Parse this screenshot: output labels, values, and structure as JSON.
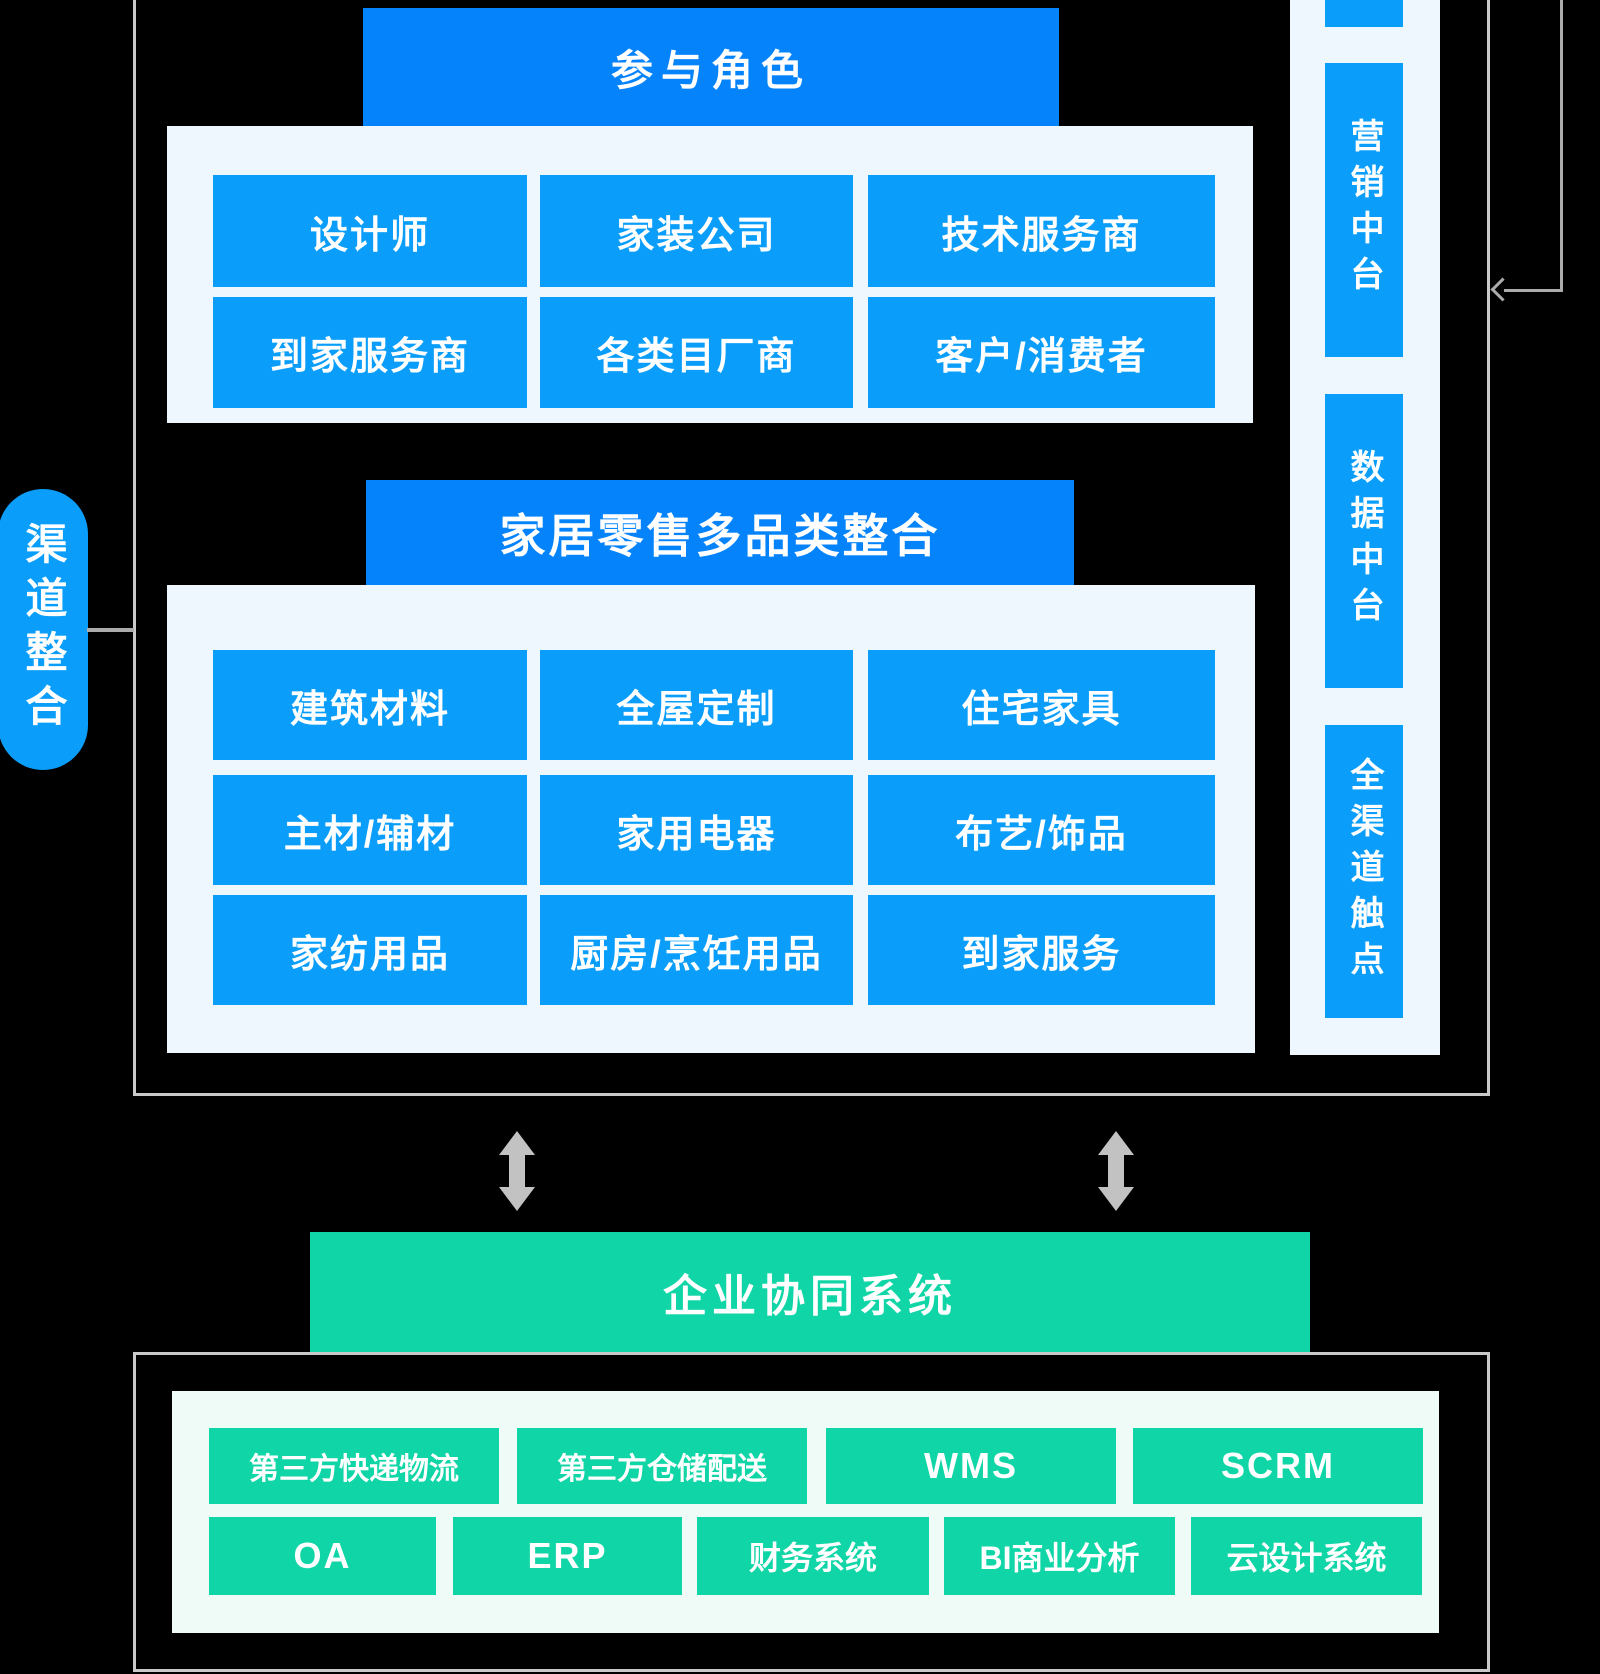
{
  "colors": {
    "background": "#000000",
    "header_blue": "#0583fb",
    "box_blue": "#0a9efa",
    "panel_blue": "#eef7fe",
    "teal": "#10d5a6",
    "panel_mint": "#eefbf7",
    "frame_gray": "#c9c9c9",
    "arrow_gray": "#c2c2c2",
    "line_gray": "#ababab",
    "text_white": "#ffffff"
  },
  "channel_pill": {
    "label": "渠道整合"
  },
  "top_section": {
    "header": "参与角色",
    "boxes": [
      "设计师",
      "家装公司",
      "技术服务商",
      "到家服务商",
      "各类目厂商",
      "客户/消费者"
    ]
  },
  "middle_section": {
    "header": "家居零售多品类整合",
    "boxes": [
      "建筑材料",
      "全屋定制",
      "住宅家具",
      "主材/辅材",
      "家用电器",
      "布艺/饰品",
      "家纺用品",
      "厨房/烹饪用品",
      "到家服务"
    ]
  },
  "right_column": {
    "boxes": [
      "营销中台",
      "数据中台",
      "全渠道触点"
    ]
  },
  "bottom_section": {
    "header": "企业协同系统",
    "row1": [
      "第三方快递物流",
      "第三方仓储配送",
      "WMS",
      "SCRM"
    ],
    "row2": [
      "OA",
      "ERP",
      "财务系统",
      "BI商业分析",
      "云设计系统"
    ]
  }
}
